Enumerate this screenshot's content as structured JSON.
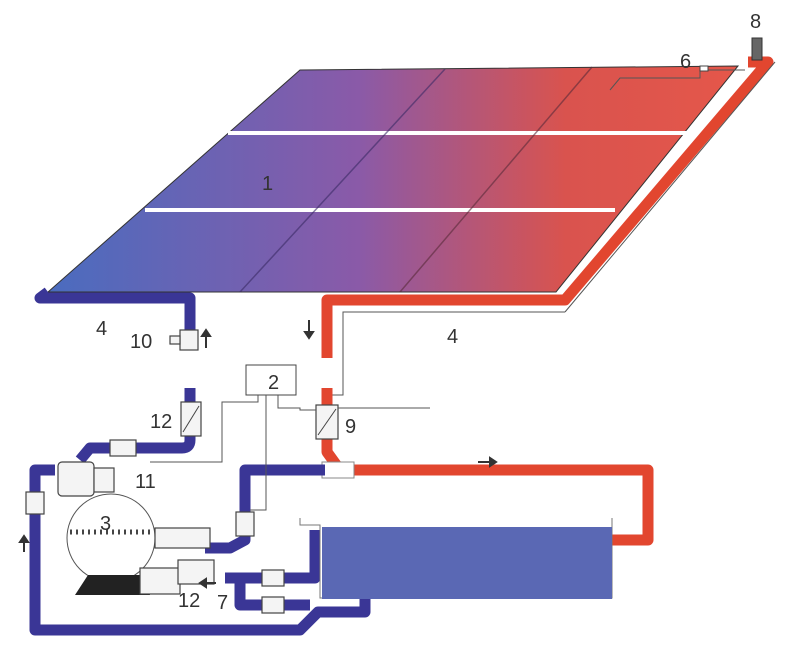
{
  "diagram": {
    "labels": {
      "collector": "1",
      "controller": "2",
      "filter": "3",
      "pipe_left": "4",
      "pipe_right": "4",
      "sensor": "6",
      "valve_7": "7",
      "vent_valve": "8",
      "check_valve_9": "9",
      "drain_valve": "10",
      "pump": "11",
      "check_valve_12a": "12",
      "check_valve_12b": "12"
    },
    "colors": {
      "cold": "#3a3696",
      "hot": "#e2462f",
      "pool": "#5a68b4",
      "collector_cold": "#4a6cbf",
      "collector_hot": "#e5574a"
    }
  }
}
